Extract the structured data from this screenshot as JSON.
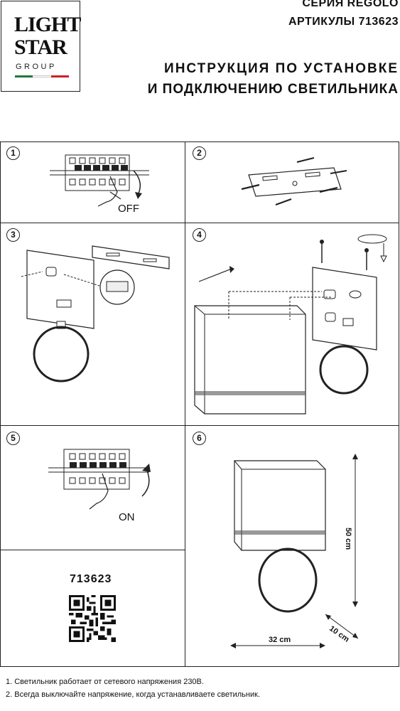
{
  "logo": {
    "line1": "LIGHT",
    "line2": "STAR",
    "line3": "GROUP",
    "flag_colors": [
      "#1a7a3a",
      "#ffffff",
      "#c8202a"
    ]
  },
  "header": {
    "series": "СЕРИЯ REGOLO",
    "articles": "АРТИКУЛЫ 713623",
    "title_line1": "ИНСТРУКЦИЯ ПО УСТАНОВКЕ",
    "title_line2": "И ПОДКЛЮЧЕНИЮ СВЕТИЛЬНИКА"
  },
  "steps": [
    {
      "number": "1",
      "label": "OFF"
    },
    {
      "number": "2"
    },
    {
      "number": "3"
    },
    {
      "number": "4"
    },
    {
      "number": "5",
      "label": "ON"
    },
    {
      "number": "6"
    }
  ],
  "dimensions": {
    "height": "50 cm",
    "depth": "10 cm",
    "width": "32 cm"
  },
  "article_code": "713623",
  "notes": [
    "1. Светильник работает от сетевого напряжения 230В.",
    "2. Всегда выключайте напряжение, когда устанавливаете светильник."
  ]
}
